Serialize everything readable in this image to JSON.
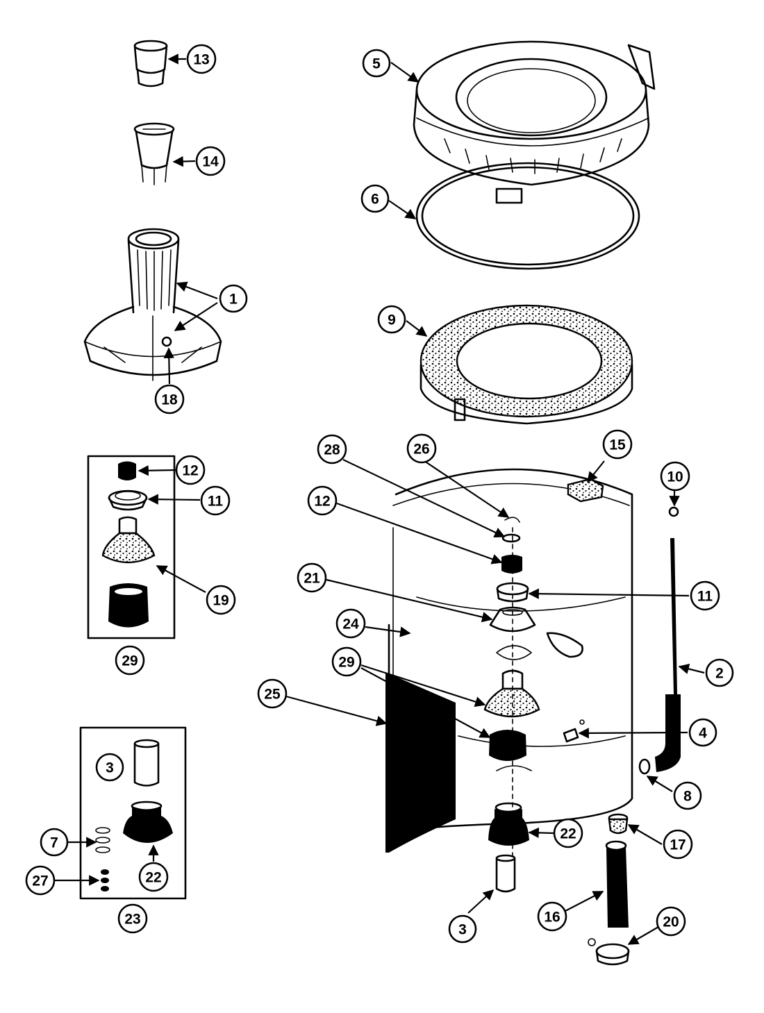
{
  "callouts": {
    "c1": "1",
    "c2": "2",
    "c3a": "3",
    "c3b": "3",
    "c4": "4",
    "c5": "5",
    "c6": "6",
    "c7": "7",
    "c8": "8",
    "c9": "9",
    "c10": "10",
    "c11a": "11",
    "c11b": "11",
    "c12a": "12",
    "c12b": "12",
    "c13": "13",
    "c14": "14",
    "c15": "15",
    "c16": "16",
    "c17": "17",
    "c18": "18",
    "c19": "19",
    "c20": "20",
    "c21": "21",
    "c22a": "22",
    "c22b": "22",
    "c23": "23",
    "c24": "24",
    "c25": "25",
    "c26": "26",
    "c27": "27",
    "c28": "28",
    "c29a": "29",
    "c29b": "29"
  }
}
